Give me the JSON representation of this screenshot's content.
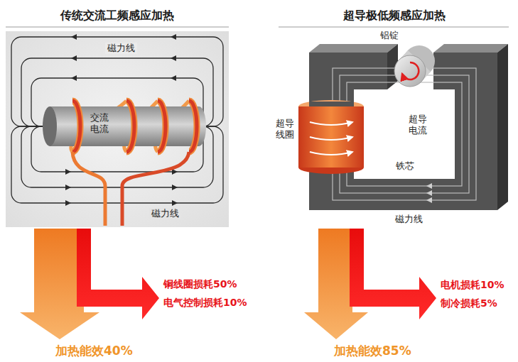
{
  "diagram": {
    "labels": [
      "传统交流工频感应加热",
      "超导极低频感应加热",
      "磁力线",
      "交流 电流",
      "磁力线",
      "铝锭",
      "超导 线圈",
      "超导 电流",
      "铁芯",
      "磁力线",
      "铜线圈损耗50%",
      "电气控制损耗10%",
      "加热能效40%",
      "电机损耗10%",
      "制冷损耗5%",
      "加热能效85%"
    ]
  }
}
